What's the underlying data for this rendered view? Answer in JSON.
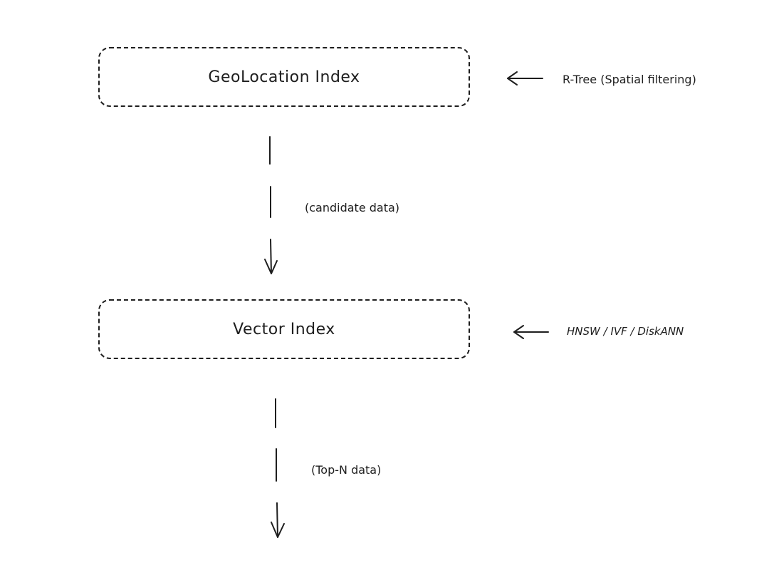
{
  "nodes": {
    "geolocation": {
      "label": "GeoLocation Index",
      "note": "R-Tree (Spatial filtering)"
    },
    "vector": {
      "label": "Vector Index",
      "note": "HNSW / IVF / DiskANN"
    }
  },
  "edges": {
    "geo_to_vector": {
      "label": "(candidate data)"
    },
    "vector_out": {
      "label": "(Top-N data)"
    }
  }
}
